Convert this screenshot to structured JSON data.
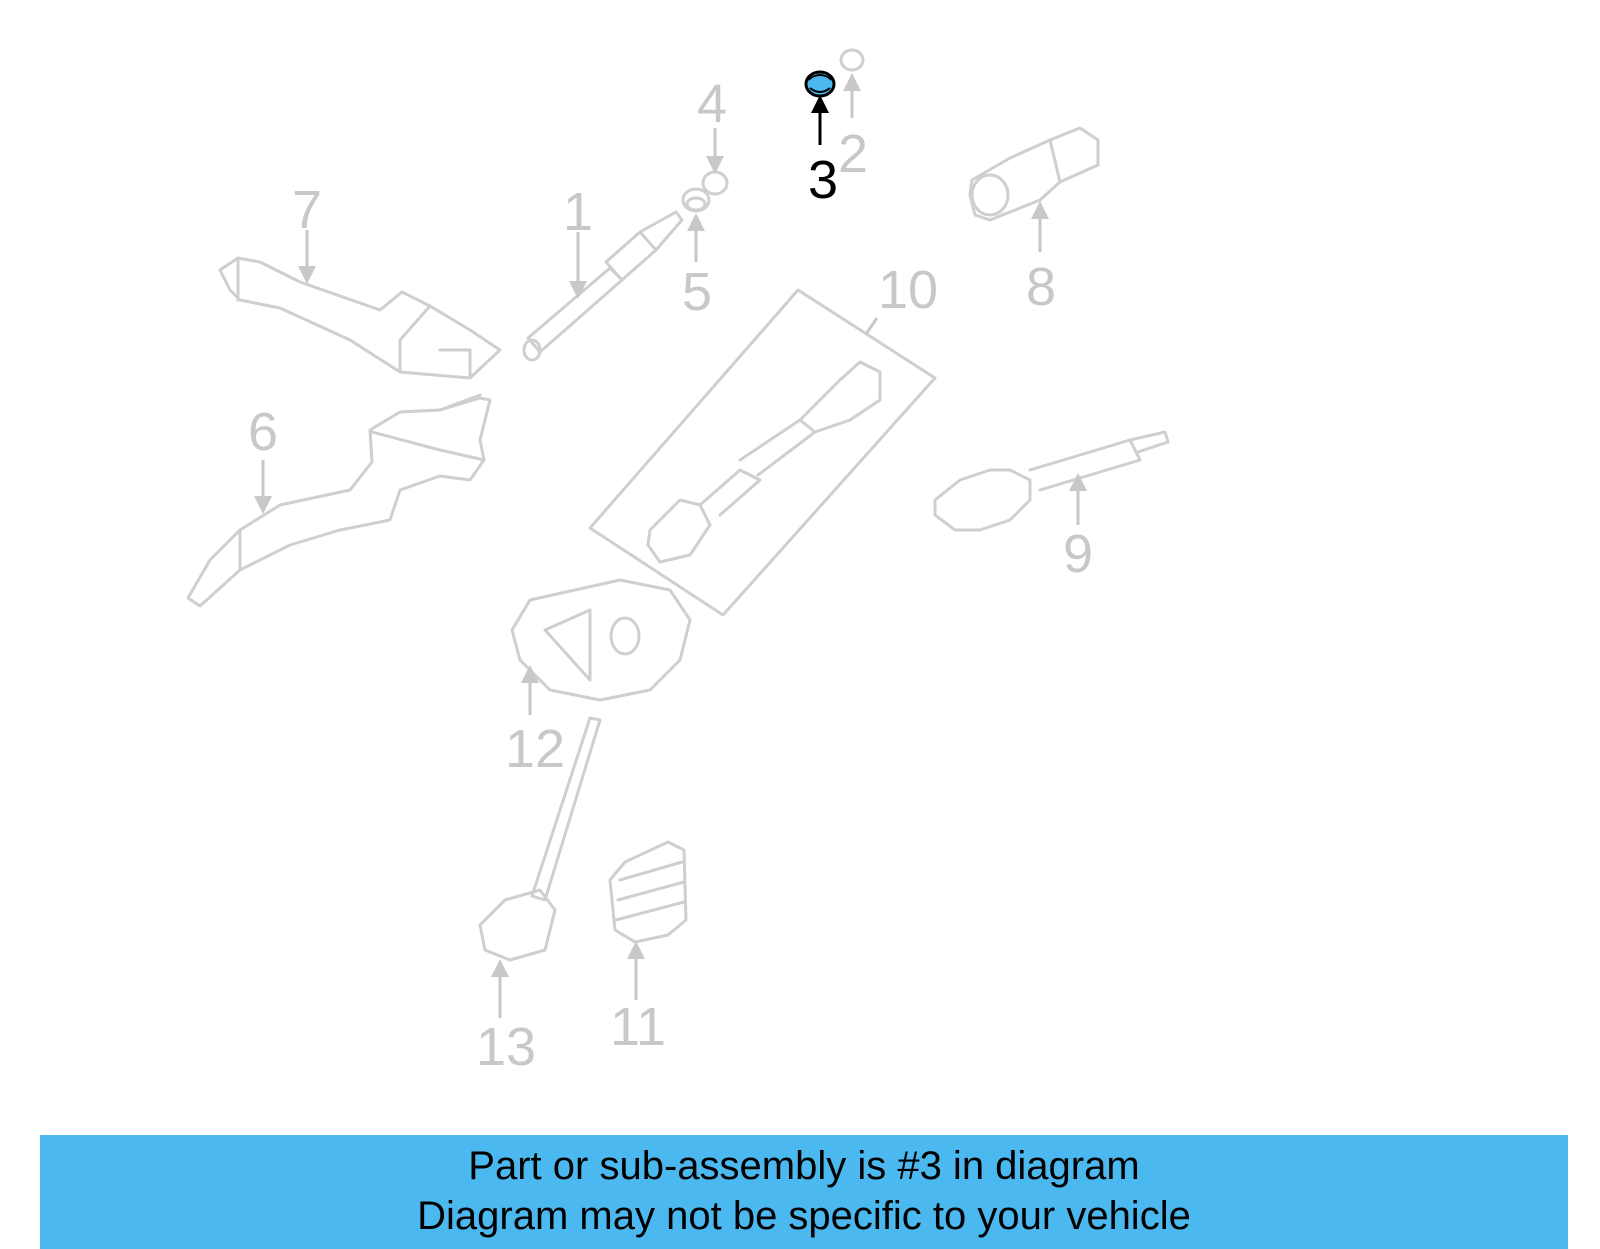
{
  "diagram": {
    "highlight_color": "#4cb8f0",
    "highlighted_part": "3",
    "callouts": [
      "1",
      "2",
      "3",
      "4",
      "5",
      "6",
      "7",
      "8",
      "9",
      "10",
      "11",
      "12",
      "13"
    ]
  },
  "banner": {
    "line1": "Part or sub-assembly is #3 in diagram",
    "line2": "Diagram may not be specific to your vehicle",
    "color": "#4cb8f0"
  }
}
